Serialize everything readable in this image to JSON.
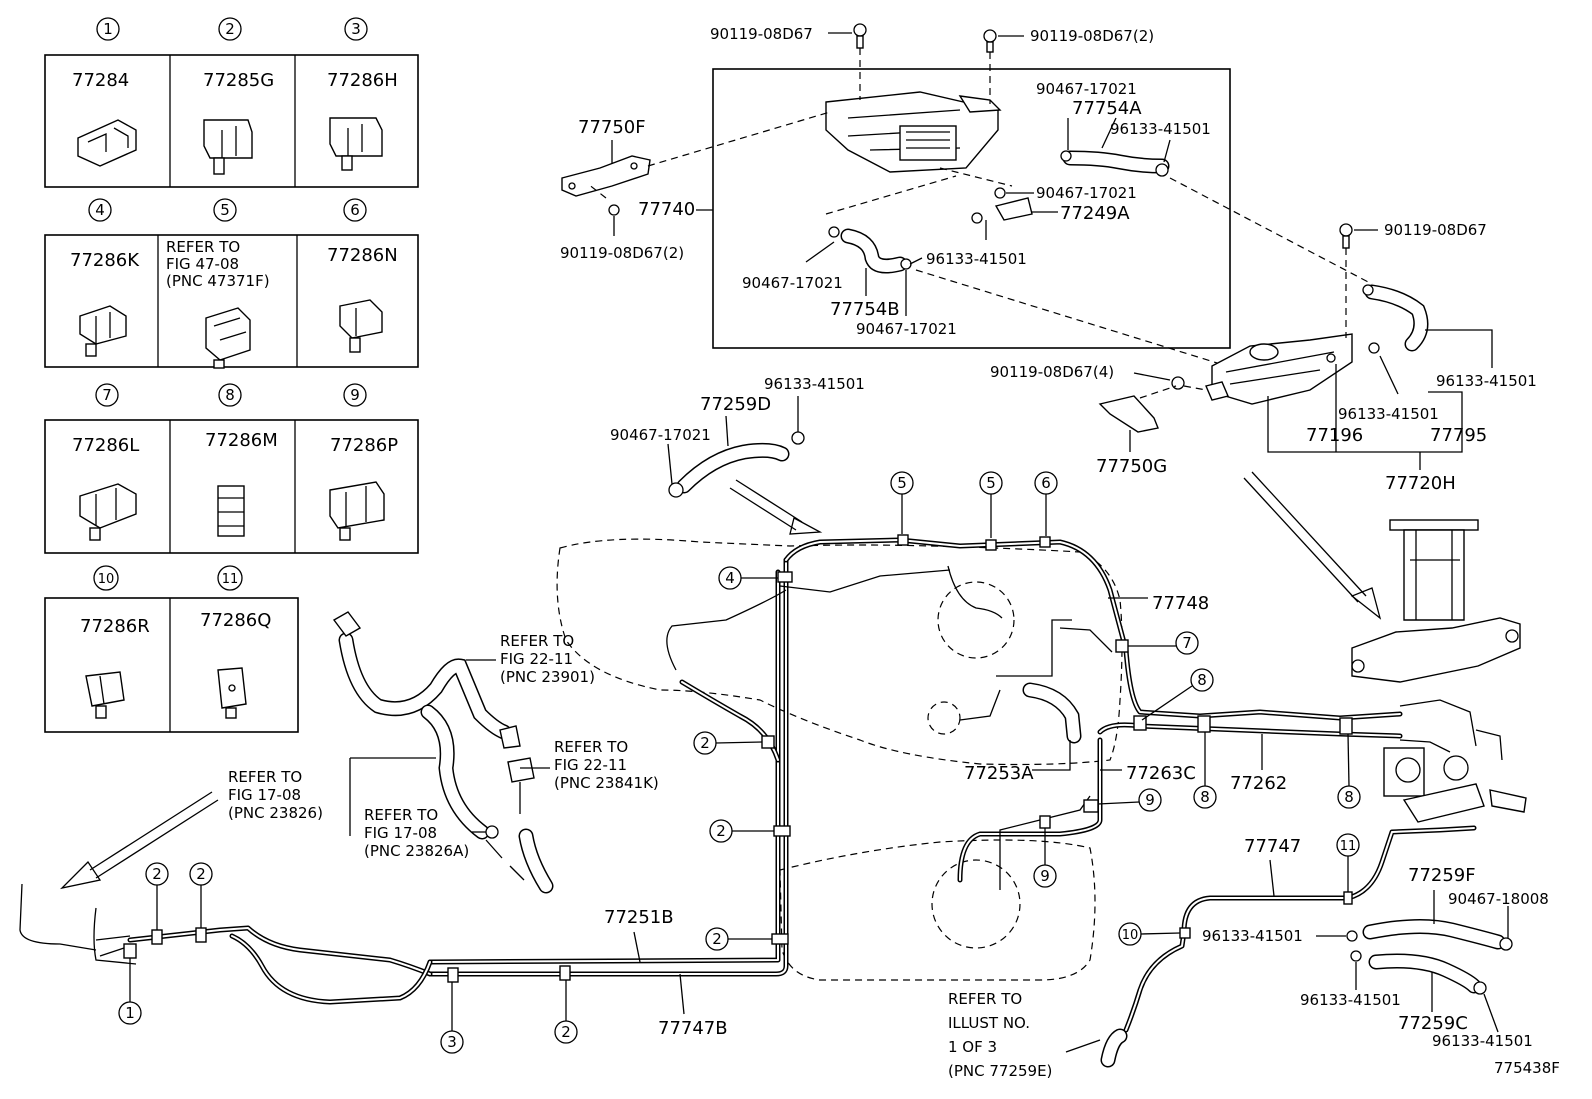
{
  "clip_table": [
    {
      "num": "1",
      "code": "77284"
    },
    {
      "num": "2",
      "code": "77285G"
    },
    {
      "num": "3",
      "code": "77286H"
    },
    {
      "num": "4",
      "code": "77286K"
    },
    {
      "num": "5",
      "code": "REFER TO|FIG 47-08|(PNC 47371F)"
    },
    {
      "num": "6",
      "code": "77286N"
    },
    {
      "num": "7",
      "code": "77286L"
    },
    {
      "num": "8",
      "code": "77286M"
    },
    {
      "num": "9",
      "code": "77286P"
    },
    {
      "num": "10",
      "code": "77286R"
    },
    {
      "num": "11",
      "code": "77286Q"
    }
  ],
  "labels": {
    "bolt_top1": "90119-08D67",
    "bolt_top2": "90119-08D67(2)",
    "bracket_f": "77750F",
    "canister_assy": "77740",
    "bolt_left": "90119-08D67(2)",
    "clamp_a1": "90467-17021",
    "hose_a": "77754A",
    "clip_a": "96133-41501",
    "clamp_a2": "90467-17021",
    "bracket_249a": "77249A",
    "clamp_b1": "90467-17021",
    "clip_b": "96133-41501",
    "hose_b": "77754B",
    "clamp_b2": "90467-17021",
    "bolt_right": "90119-08D67",
    "bolt_right4": "90119-08D67(4)",
    "clip_r1": "96133-41501",
    "clip_r2": "96133-41501",
    "part_77196": "77196",
    "part_77795": "77795",
    "bracket_g": "77750G",
    "assy_720h": "77720H",
    "clip_d": "96133-41501",
    "hose_d": "77259D",
    "clamp_d": "90467-17021",
    "tube_748": "77748",
    "hose_253a": "77253A",
    "tube_263c": "77263C",
    "tube_262": "77262",
    "tube_747": "77747",
    "tube_251b": "77251B",
    "tube_747b": "77747B",
    "hose_259f": "77259F",
    "clamp_f": "90467-18008",
    "clip_f1": "96133-41501",
    "clip_f2": "96133-41501",
    "hose_259c": "77259C",
    "clip_f3": "96133-41501",
    "refer_1": "REFER TO|FIG 22-11|(PNC 23901)",
    "refer_2": "REFER TO|FIG 22-11|(PNC 23841K)",
    "refer_3": "REFER TO|FIG 17-08|(PNC 23826)",
    "refer_4": "REFER TO|FIG 17-08|(PNC 23826A)",
    "refer_5": "REFER TO|ILLUST NO.|1 OF 3|(PNC 77259E)",
    "figure_id": "775438F"
  },
  "callouts": [
    "5",
    "5",
    "6",
    "4",
    "7",
    "8",
    "2",
    "2",
    "2",
    "9",
    "9",
    "8",
    "8",
    "11",
    "10",
    "2",
    "2",
    "1",
    "3",
    "2"
  ]
}
